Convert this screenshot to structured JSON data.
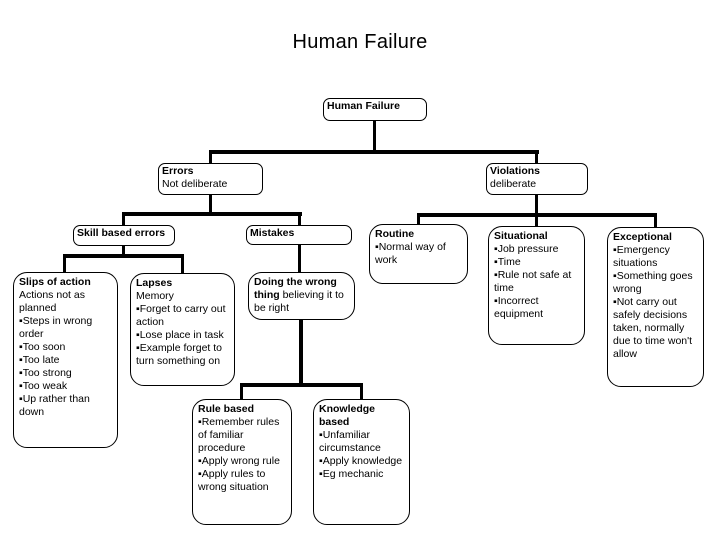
{
  "slide": {
    "title": "Human Failure",
    "background": "#ffffff",
    "text_color": "#000000",
    "line_color": "#000000"
  },
  "nodes": {
    "root": {
      "title": "Human Failure"
    },
    "errors": {
      "title": "Errors",
      "lines": [
        "Not deliberate"
      ]
    },
    "violations": {
      "title": "Violations",
      "lines": [
        "deliberate"
      ]
    },
    "skill_based_errors": {
      "title": "Skill based errors"
    },
    "mistakes": {
      "title": "Mistakes"
    },
    "slips_of_action": {
      "title": "Slips of action",
      "lines": [
        "Actions not as planned",
        "▪Steps in wrong order",
        "▪Too soon",
        "▪Too late",
        "▪Too strong",
        "▪Too weak",
        "▪Up rather than down"
      ]
    },
    "lapses": {
      "title": "Lapses",
      "lines": [
        "Memory",
        "▪Forget to carry out action",
        "▪Lose place in task",
        "▪Example forget to turn something on"
      ]
    },
    "doing_wrong_thing": {
      "title": "Doing the wrong thing",
      "suffix": " believing it to be right"
    },
    "routine": {
      "title": "Routine",
      "lines": [
        "▪Normal way of work"
      ]
    },
    "situational": {
      "title": "Situational",
      "lines": [
        "▪Job pressure",
        "▪Time",
        "▪Rule not safe at time",
        "▪Incorrect equipment"
      ]
    },
    "exceptional": {
      "title": "Exceptional",
      "lines": [
        "▪Emergency situations",
        "▪Something goes wrong",
        "▪Not carry out safely decisions taken, normally due to time won't allow"
      ]
    },
    "rule_based": {
      "title": "Rule based",
      "lines": [
        "▪Remember rules of familiar procedure",
        "▪Apply wrong rule",
        "▪Apply rules to wrong situation"
      ]
    },
    "knowledge_based": {
      "title": "Knowledge based",
      "lines": [
        "▪Unfamiliar circumstance",
        "▪Apply knowledge",
        "▪Eg mechanic"
      ]
    }
  }
}
